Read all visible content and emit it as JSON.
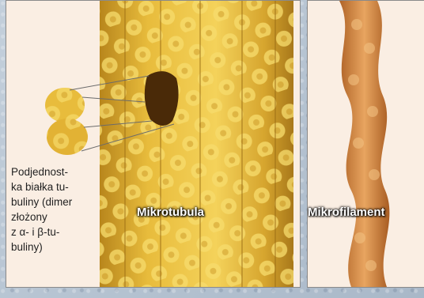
{
  "microtubule": {
    "label": "Mikrotubula",
    "subunit_label_lines": [
      "Podjednost-",
      "ka białka tu-",
      "buliny (dimer",
      "złożony",
      "z α- i β-tu-",
      "buliny)"
    ]
  },
  "microfilament": {
    "label": "Mikrofilament"
  },
  "colors": {
    "panel_bg": "#faeee3",
    "tubulin_light": "#f0c850",
    "tubulin_dark": "#b8861c",
    "actin_light": "#e8a560",
    "actin_dark": "#b06428",
    "page_bg": "#b9c6d4"
  }
}
